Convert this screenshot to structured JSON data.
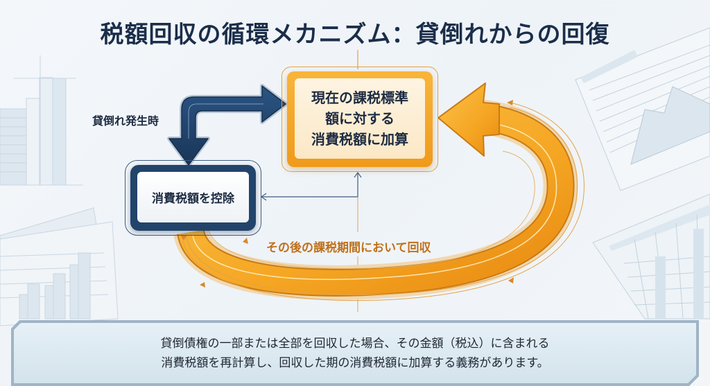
{
  "title": "税額回収の循環メカニズム：貸倒れからの回復",
  "nodes": {
    "add_box": {
      "lines": [
        "現在の課税標準",
        "額に対する",
        "消費税額に加算"
      ]
    },
    "deduct_box": {
      "label": "消費税額を控除"
    }
  },
  "labels": {
    "bad_debt_occurs": "貸倒れ発生時",
    "later_recovery": "その後の課税期間において回収"
  },
  "edges": [
    {
      "from": "bad_debt_occurs",
      "to": "deduct_box",
      "style": "navy-elbow-arrow"
    },
    {
      "from": "bad_debt_occurs",
      "to": "add_box",
      "style": "navy-elbow-arrow"
    },
    {
      "from": "deduct_box",
      "to": "add_box",
      "style": "orange-curved-arrow",
      "label": "later_recovery"
    },
    {
      "from": "add_box",
      "to": "deduct_box",
      "style": "thin-navy-connector"
    }
  ],
  "footer": {
    "lines": [
      "貸倒債権の一部または全部を回収した場合、その金額（税込）に含まれる",
      "消費税額を再計算し、回収した期の消費税額に加算する義務があります。"
    ]
  },
  "colors": {
    "navy": "#22446b",
    "orange": "#f3a326",
    "title": "#1b2e4a",
    "recover_label": "#c0701a"
  }
}
